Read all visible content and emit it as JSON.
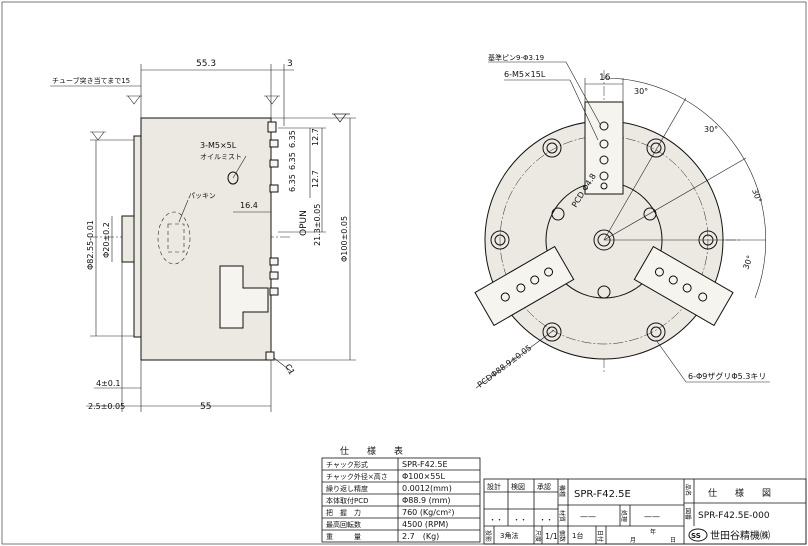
{
  "side_view": {
    "note_tube": "チューブ突き当てまで15",
    "dim_top_length": "55.3",
    "dim_top_gap": "3",
    "label_m5_hole": "3-M5×5L",
    "label_oil_mist": "オイルミスト",
    "label_packing": "パッキン",
    "dim_16_4": "16.4",
    "dim_open": "OPUN",
    "dim_open_stroke": "21.3±0.05",
    "dim_6_35_a": "6.35",
    "dim_12_7_a": "12.7",
    "dim_6_35_b": "6.35",
    "dim_6_35_c": "6.35",
    "dim_12_7_b": "12.7",
    "dim_dia_left": "Φ82.55-0.01",
    "dim_dia_20": "Φ20±0.2",
    "dim_dia_100": "Φ100±0.05",
    "dim_4": "4±0.1",
    "dim_2_5": "2.5±0.05",
    "dim_55": "55",
    "label_c1": "C1"
  },
  "front_view": {
    "label_pin": "基準ピン9-Φ3.19",
    "label_m5_15": "6-M5×15L",
    "dim_16": "16",
    "angle_1": "30°",
    "angle_2": "30°",
    "angle_3": "30°",
    "angle_4": "30°",
    "label_pcd_4": "PCD Φ4.8",
    "label_pcd_88": "PCDΦ88.9±0.05",
    "label_counterbore": "6-Φ9ザグリΦ5.3キリ"
  },
  "spec_table": {
    "title": "仕　　様　　表",
    "rows": [
      {
        "label": "チャック形式",
        "value": "SPR-F42.5E"
      },
      {
        "label": "チャック外径×高さ",
        "value": "Φ100×55L"
      },
      {
        "label": "繰り返し精度",
        "value": "0.0012(mm)"
      },
      {
        "label": "本体取付PCD",
        "value": "Φ88.9 (mm)"
      },
      {
        "label": "把　握　力",
        "value": "760 (Kg/cm²)"
      },
      {
        "label": "最高回転数",
        "value": "4500 (RPM)"
      },
      {
        "label": "重　　　量",
        "value": "2.7　(Kg)"
      }
    ]
  },
  "title_block": {
    "col_design": "設計",
    "col_check": "検図",
    "col_approve": "承認",
    "col_model_label": "機種",
    "model": "SPR-F42.5E",
    "col_material": "材質",
    "col_treatment": "処理",
    "material_value": "——",
    "treatment_value": "——",
    "dots": "・・",
    "col_projection": "投影",
    "projection": "3角法",
    "col_scale": "尺度",
    "scale": "1/1",
    "col_qty": "個数",
    "qty": "1台",
    "col_date": "日付",
    "date_year": "年",
    "date_month": "月",
    "date_day": "日",
    "col_name": "品名",
    "drawing_name": "仕　　様　　図",
    "col_number": "図番",
    "drawing_number": "SPR-F42.5E-000",
    "company": "世田谷精機㈱",
    "logo_text": "SS"
  }
}
